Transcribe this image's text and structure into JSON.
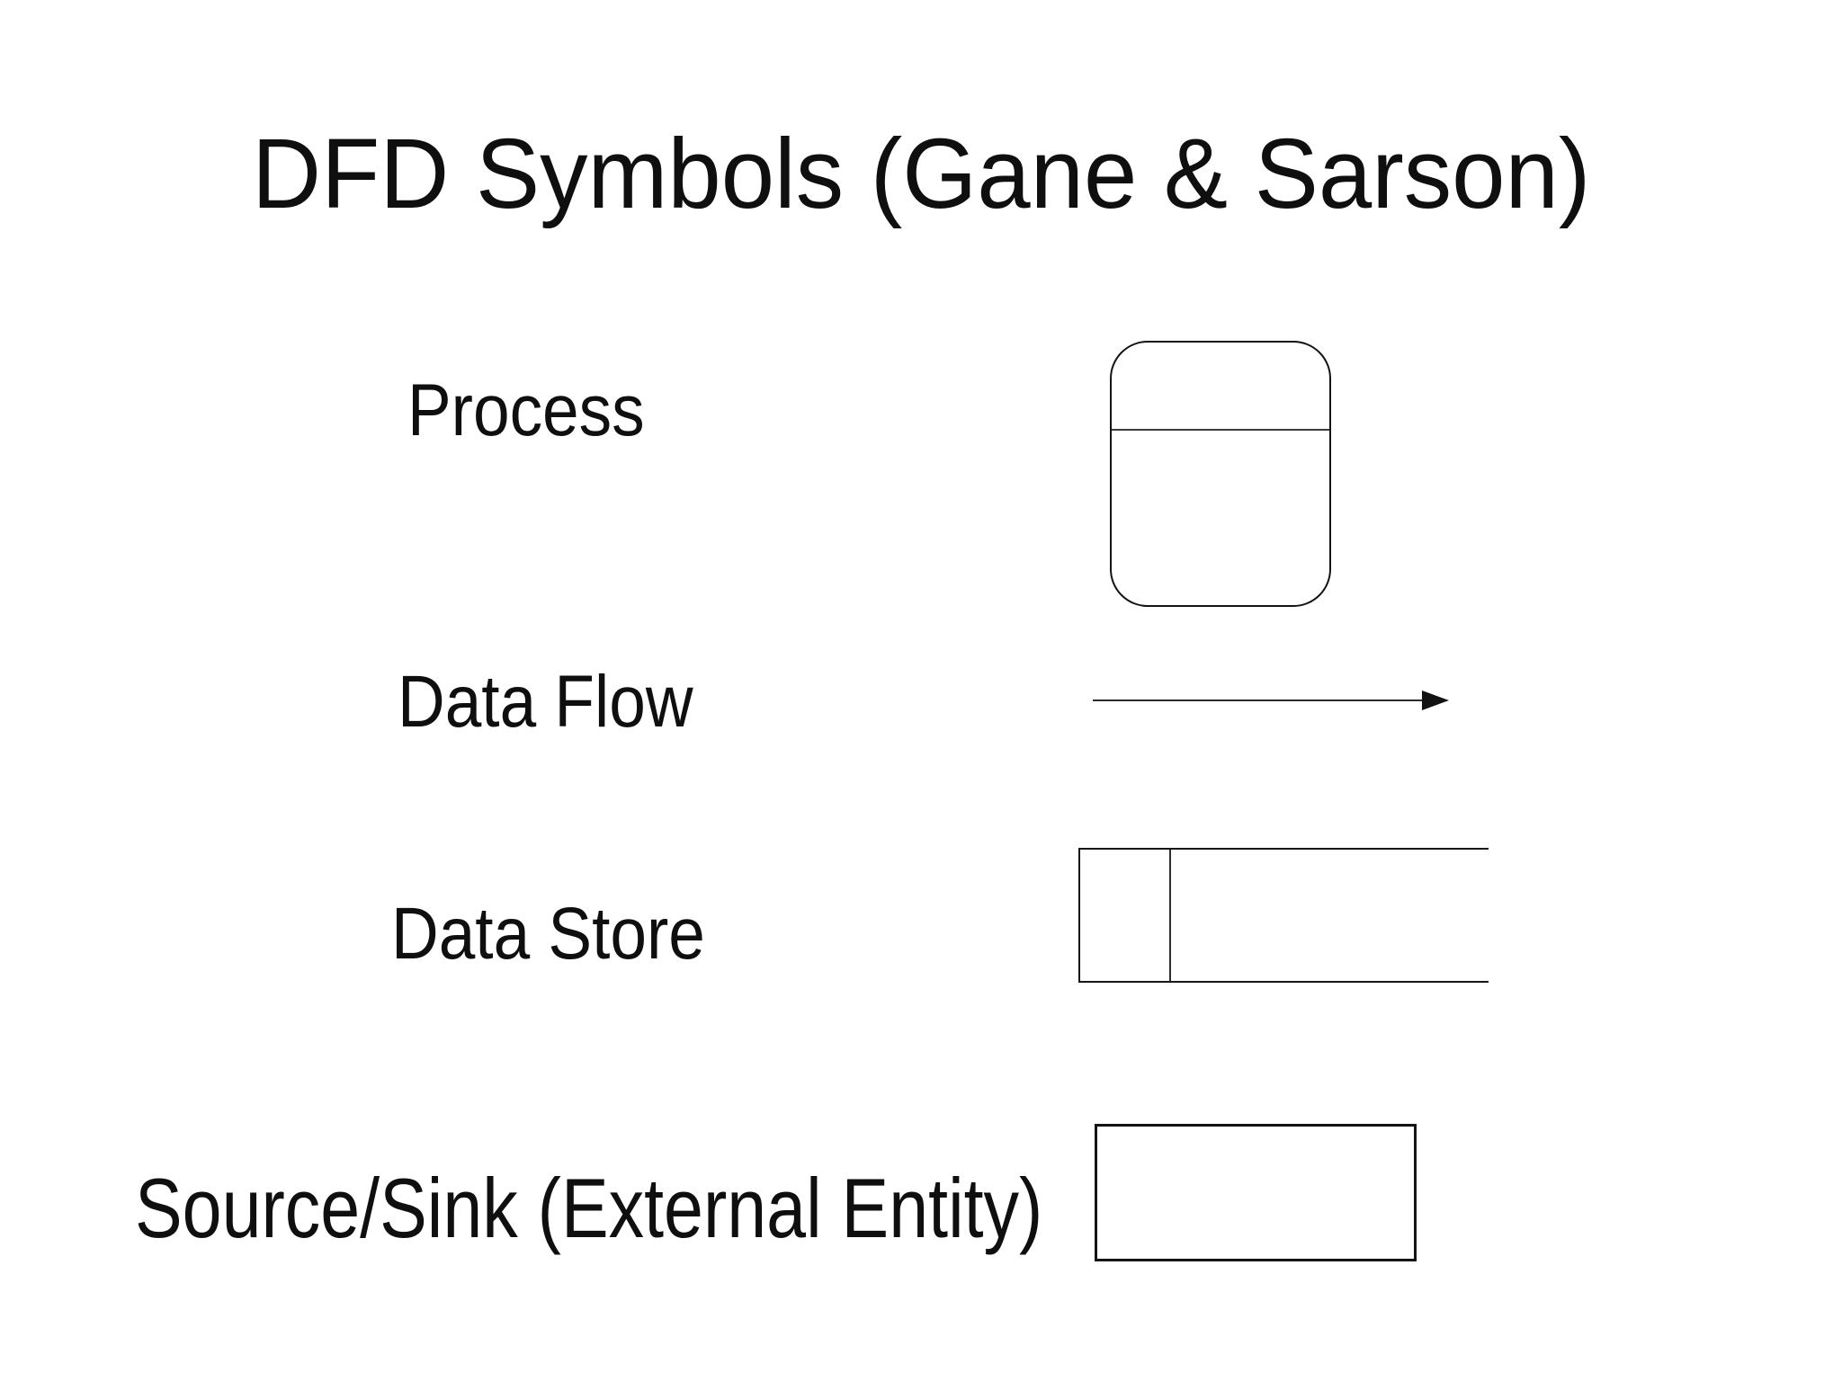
{
  "slide": {
    "title": "DFD Symbols (Gane & Sarson)"
  },
  "rows": [
    {
      "label": "Process",
      "symbol": "process-rounded-rectangle",
      "symbol_description": "rounded rectangle with horizontal divider line in upper third"
    },
    {
      "label": "Data Flow",
      "symbol": "data-flow-arrow",
      "symbol_description": "thin horizontal line with solid right-pointing arrowhead"
    },
    {
      "label": "Data Store",
      "symbol": "data-store-open-rectangle",
      "symbol_description": "rectangle open on right side with vertical divider near left edge"
    },
    {
      "label": "Source/Sink (External Entity)",
      "symbol": "source-sink-rectangle",
      "symbol_description": "plain rectangle"
    }
  ],
  "colors": {
    "background": "#ffffff",
    "line": "#141414",
    "text": "#0f0f0f"
  }
}
